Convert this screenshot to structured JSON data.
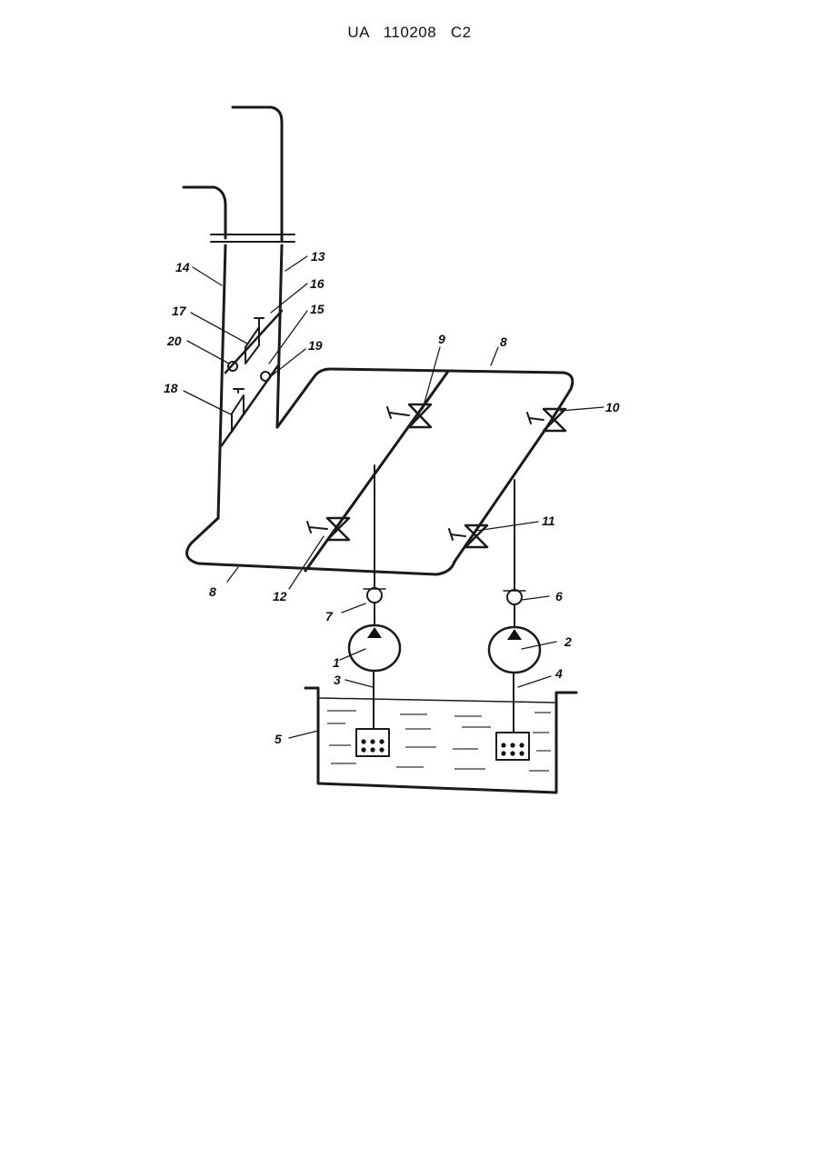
{
  "header": {
    "doc_id": "UA   110208   C2"
  },
  "diagram": {
    "labels": {
      "l1": "1",
      "l2": "2",
      "l3": "3",
      "l4": "4",
      "l5": "5",
      "l6": "6",
      "l7": "7",
      "l8a": "8",
      "l8b": "8",
      "l9": "9",
      "l10": "10",
      "l11": "11",
      "l12": "12",
      "l13": "13",
      "l14": "14",
      "l15": "15",
      "l16": "16",
      "l17": "17",
      "l18": "18",
      "l19": "19",
      "l20": "20"
    }
  }
}
